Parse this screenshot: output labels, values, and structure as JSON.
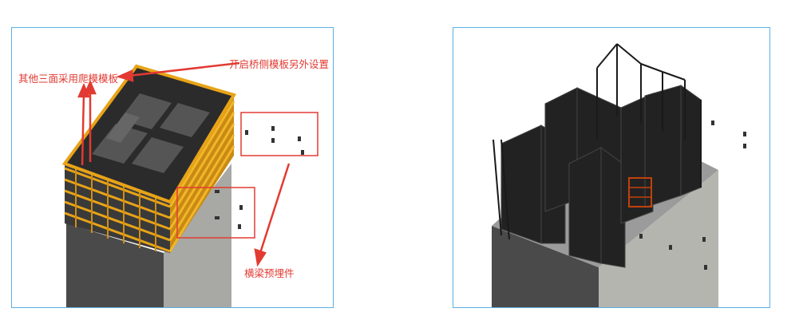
{
  "left_panel": {
    "annotations": {
      "climbing_formwork": "其他三面采用爬模模板",
      "bridge_side_formwork": "开启桥侧模板另外设置",
      "beam_embedded_parts": "横梁预埋件"
    }
  },
  "colors": {
    "panel_border": "#5ab0e6",
    "annotation_red": "#e23a32",
    "formwork_yellow": "#e8a317",
    "concrete_gray": "#9b9b9b"
  }
}
